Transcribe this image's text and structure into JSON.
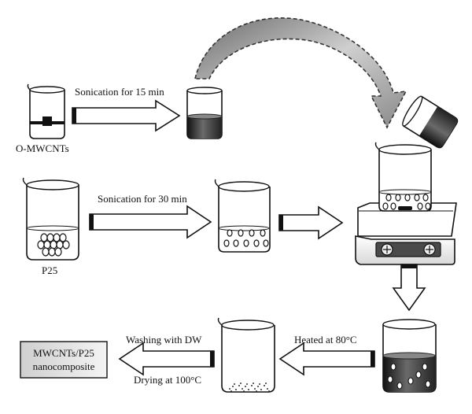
{
  "steps": {
    "sonication_15": "Sonication for 15 min",
    "sonication_30": "Sonication for 30 min",
    "heated": "Heated at 80°C",
    "washing": "Washing with DW",
    "drying": "Drying at 100°C"
  },
  "materials": {
    "omwcnts": "O-MWCNTs",
    "p25": "P25"
  },
  "product": {
    "line1": "MWCNTs/P25",
    "line2": "nanocomposite"
  }
}
